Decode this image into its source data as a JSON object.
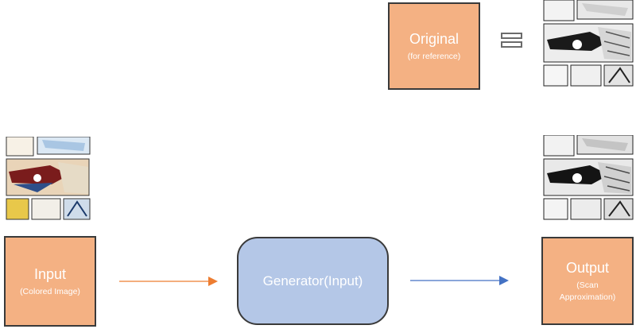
{
  "boxes": {
    "original": {
      "title": "Original",
      "subtitle": "(for reference)"
    },
    "input": {
      "title": "Input",
      "subtitle": "(Colored Image)"
    },
    "generator": {
      "title": "Generator(Input)"
    },
    "output": {
      "title": "Output",
      "subtitle_line1": "(Scan",
      "subtitle_line2": "Approximation)"
    }
  },
  "colors": {
    "box_fill": "#f4b183",
    "generator_fill": "#b4c7e7",
    "border": "#3a3a3a",
    "arrow_input": "#ed7d31",
    "arrow_output": "#4472c4",
    "box_text": "#ffffff"
  },
  "icons": {
    "equals": "equals-icon",
    "arrow_in": "arrow-right-icon",
    "arrow_out": "arrow-right-icon"
  }
}
